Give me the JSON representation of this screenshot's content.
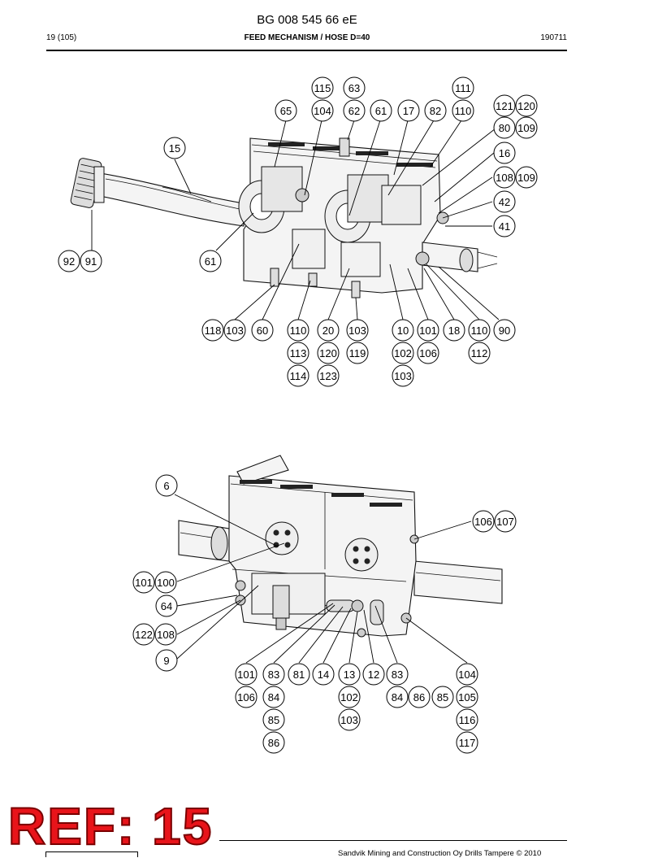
{
  "header": {
    "doc_number": "BG 008 545 66 eE",
    "page": "19 (105)",
    "title": "FEED MECHANISM / HOSE D=40",
    "date": "190711"
  },
  "footer": {
    "copyright": "Sandvik Mining and Construction Oy Drills Tampere © 2010"
  },
  "stamp": {
    "text": "REF: 15",
    "color": "#e8141a"
  },
  "views": [
    {
      "name": "upper",
      "callouts": [
        {
          "label": "115"
        },
        {
          "label": "63"
        },
        {
          "label": "111"
        },
        {
          "label": "65"
        },
        {
          "label": "104"
        },
        {
          "label": "62"
        },
        {
          "label": "61"
        },
        {
          "label": "17"
        },
        {
          "label": "82"
        },
        {
          "label": "110"
        },
        {
          "label": "121"
        },
        {
          "label": "120"
        },
        {
          "label": "80"
        },
        {
          "label": "109"
        },
        {
          "label": "15"
        },
        {
          "label": "16"
        },
        {
          "label": "108"
        },
        {
          "label": "109"
        },
        {
          "label": "42"
        },
        {
          "label": "41"
        },
        {
          "label": "92"
        },
        {
          "label": "91"
        },
        {
          "label": "61"
        },
        {
          "label": "118"
        },
        {
          "label": "103"
        },
        {
          "label": "60"
        },
        {
          "label": "110"
        },
        {
          "label": "20"
        },
        {
          "label": "103"
        },
        {
          "label": "10"
        },
        {
          "label": "101"
        },
        {
          "label": "18"
        },
        {
          "label": "110"
        },
        {
          "label": "90"
        },
        {
          "label": "113"
        },
        {
          "label": "120"
        },
        {
          "label": "119"
        },
        {
          "label": "102"
        },
        {
          "label": "106"
        },
        {
          "label": "112"
        },
        {
          "label": "114"
        },
        {
          "label": "123"
        },
        {
          "label": "103"
        }
      ]
    },
    {
      "name": "lower",
      "callouts": [
        {
          "label": "6"
        },
        {
          "label": "106"
        },
        {
          "label": "107"
        },
        {
          "label": "101"
        },
        {
          "label": "100"
        },
        {
          "label": "64"
        },
        {
          "label": "122"
        },
        {
          "label": "108"
        },
        {
          "label": "9"
        },
        {
          "label": "101"
        },
        {
          "label": "83"
        },
        {
          "label": "81"
        },
        {
          "label": "14"
        },
        {
          "label": "13"
        },
        {
          "label": "12"
        },
        {
          "label": "83"
        },
        {
          "label": "104"
        },
        {
          "label": "106"
        },
        {
          "label": "84"
        },
        {
          "label": "102"
        },
        {
          "label": "84"
        },
        {
          "label": "86"
        },
        {
          "label": "85"
        },
        {
          "label": "105"
        },
        {
          "label": "85"
        },
        {
          "label": "103"
        },
        {
          "label": "116"
        },
        {
          "label": "86"
        },
        {
          "label": "117"
        }
      ]
    }
  ]
}
